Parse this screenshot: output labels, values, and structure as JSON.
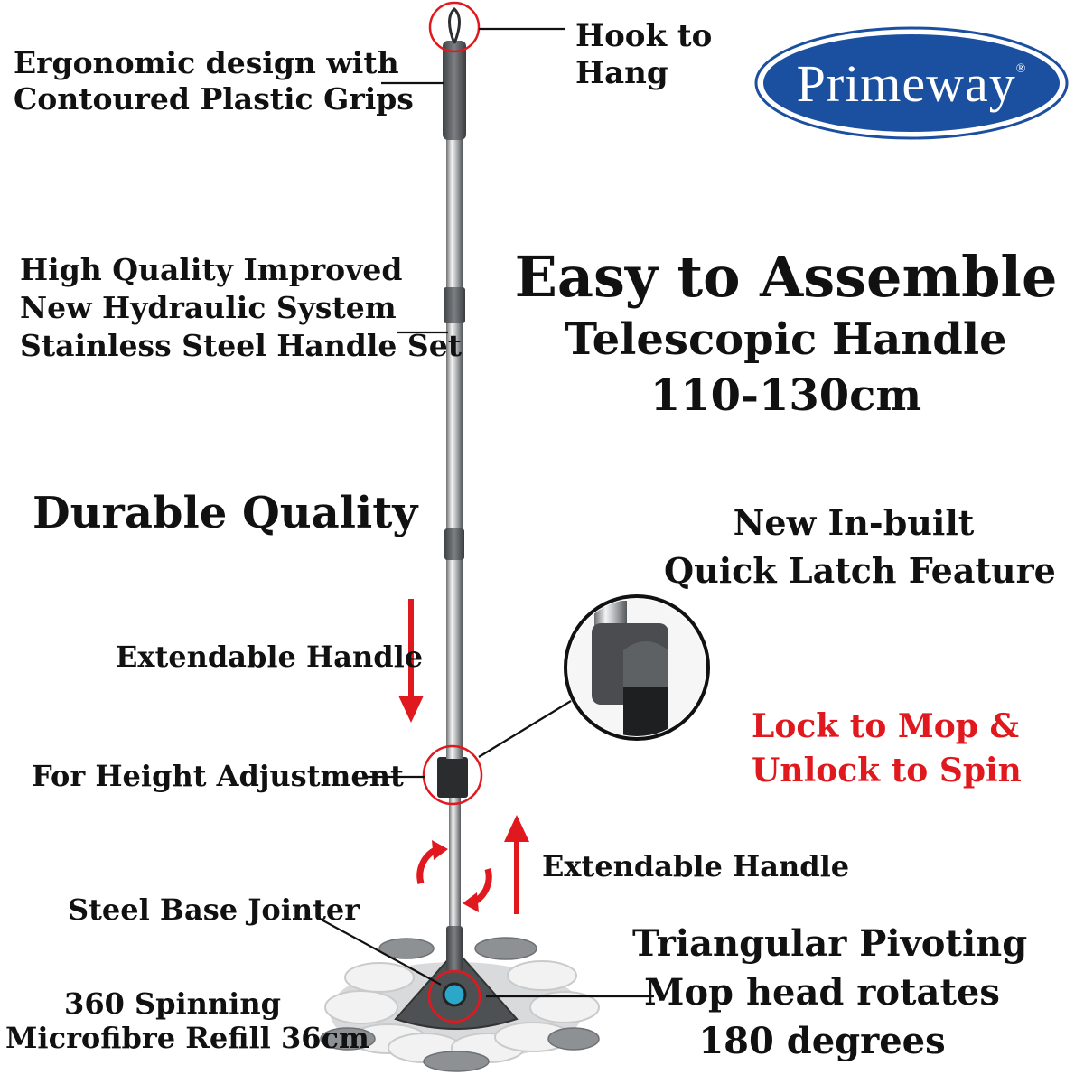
{
  "brand": {
    "name": "Primeway",
    "mark": "®"
  },
  "labels": {
    "hook": [
      "Hook to",
      "Hang"
    ],
    "ergonomic": [
      "Ergonomic design with",
      "Contoured Plastic Grips"
    ],
    "hydraulic": [
      "High Quality Improved",
      "New Hydraulic System",
      "Stainless Steel Handle Set"
    ],
    "durable": "Durable Quality",
    "extendable_top": "Extendable Handle",
    "height": "For Height Adjustment",
    "extendable_bottom": "Extendable Handle",
    "jointer": "Steel Base Jointer",
    "spinning": [
      "360 Spinning",
      "Microfibre Refill 36cm"
    ]
  },
  "headline": {
    "title": "Easy to Assemble",
    "subtitle": "Telescopic Handle",
    "range": "110-130cm"
  },
  "features": {
    "latch": [
      "New In-built",
      "Quick Latch Feature"
    ],
    "lock": [
      "Lock to Mop &",
      "Unlock to Spin"
    ],
    "pivot": [
      "Triangular Pivoting",
      "Mop head rotates",
      "180 degrees"
    ]
  },
  "colors": {
    "accent_red": "#e0191f",
    "logo_blue": "#1b4fa0",
    "handle_grey": "#5c5f63"
  }
}
